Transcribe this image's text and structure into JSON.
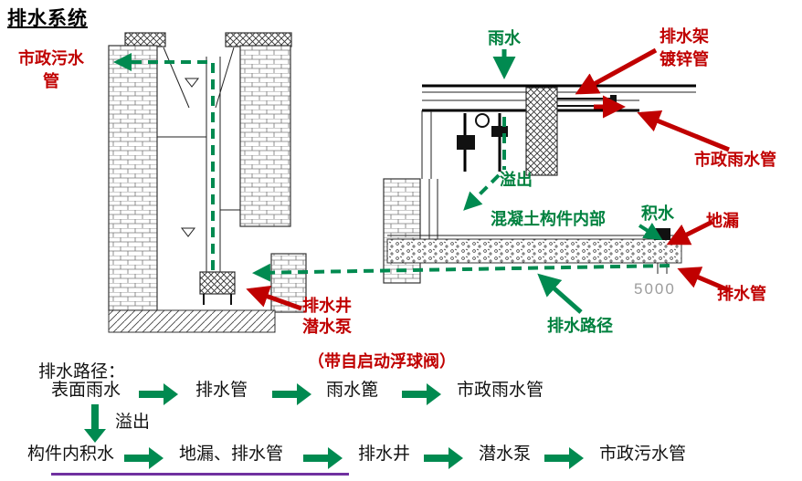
{
  "title": "排水系统",
  "colors": {
    "red": "#c00000",
    "green_line": "#008a50",
    "green_text": "#00813f",
    "gray": "#9c9c9c",
    "purple": "#7030a0"
  },
  "labels": {
    "municipal_sewage_pipe": "市政污水管",
    "rainwater": "雨水",
    "drain_rack": "排水架",
    "galvanized_pipe": "镀锌管",
    "municipal_rainwater_pipe": "市政雨水管",
    "overflow": "溢出",
    "concrete_member_interior": "混凝土构件内部",
    "ponding": "积水",
    "floor_drain": "地漏",
    "drain_pipe": "排水管",
    "drain_well": "排水井",
    "submersible_pump": "潜水泵",
    "float_valve_note": "（带自启动浮球阀）",
    "drainage_path": "排水路径",
    "dimension_5000": "5000"
  },
  "flow": {
    "heading": "排水路径：",
    "row1": [
      "表面雨水",
      "排水管",
      "雨水篦",
      "市政雨水管"
    ],
    "overflow": "溢出",
    "row2": [
      "构件内积水",
      "地漏、排水管",
      "排水井",
      "潜水泵",
      "市政污水管"
    ]
  }
}
